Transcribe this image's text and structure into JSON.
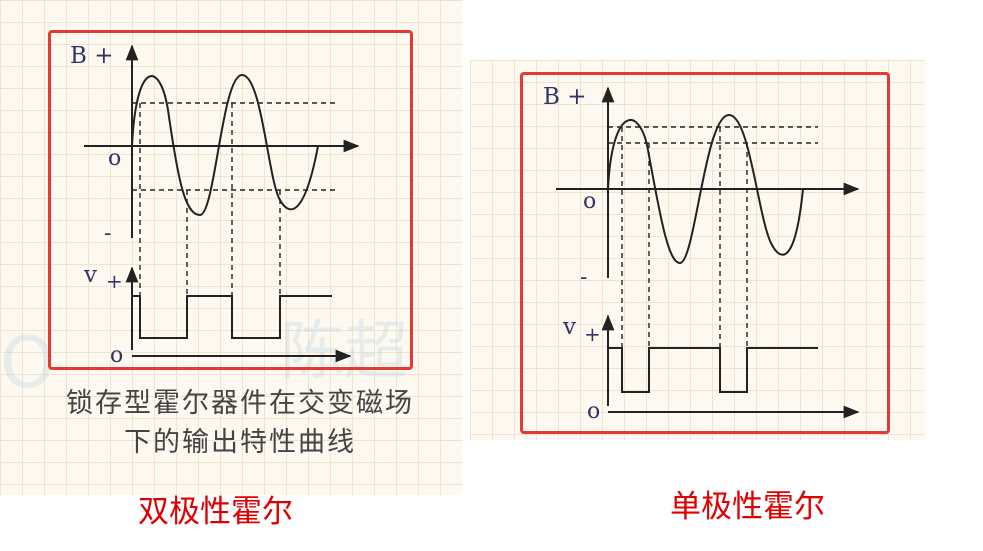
{
  "left_panel": {
    "y_axis_label": "B +",
    "origin_label": "o",
    "negative_label": "-",
    "output_axis_label": "v",
    "output_plus": "+",
    "output_origin_label": "o",
    "caption_line1": "锁存型霍尔器件在交变磁场",
    "caption_line2": "下的输出特性曲线",
    "title": "双极性霍尔"
  },
  "right_panel": {
    "y_axis_label": "B +",
    "origin_label": "o",
    "negative_label": "-",
    "output_axis_label": "v",
    "output_plus": "+",
    "output_origin_label": "o",
    "title": "单极性霍尔"
  },
  "watermark": {
    "text_left": "O",
    "text_center": "陈超"
  },
  "colors": {
    "frame": "#e53935",
    "title_text": "#e00000",
    "line": "#222222",
    "axis_label": "#333366"
  }
}
